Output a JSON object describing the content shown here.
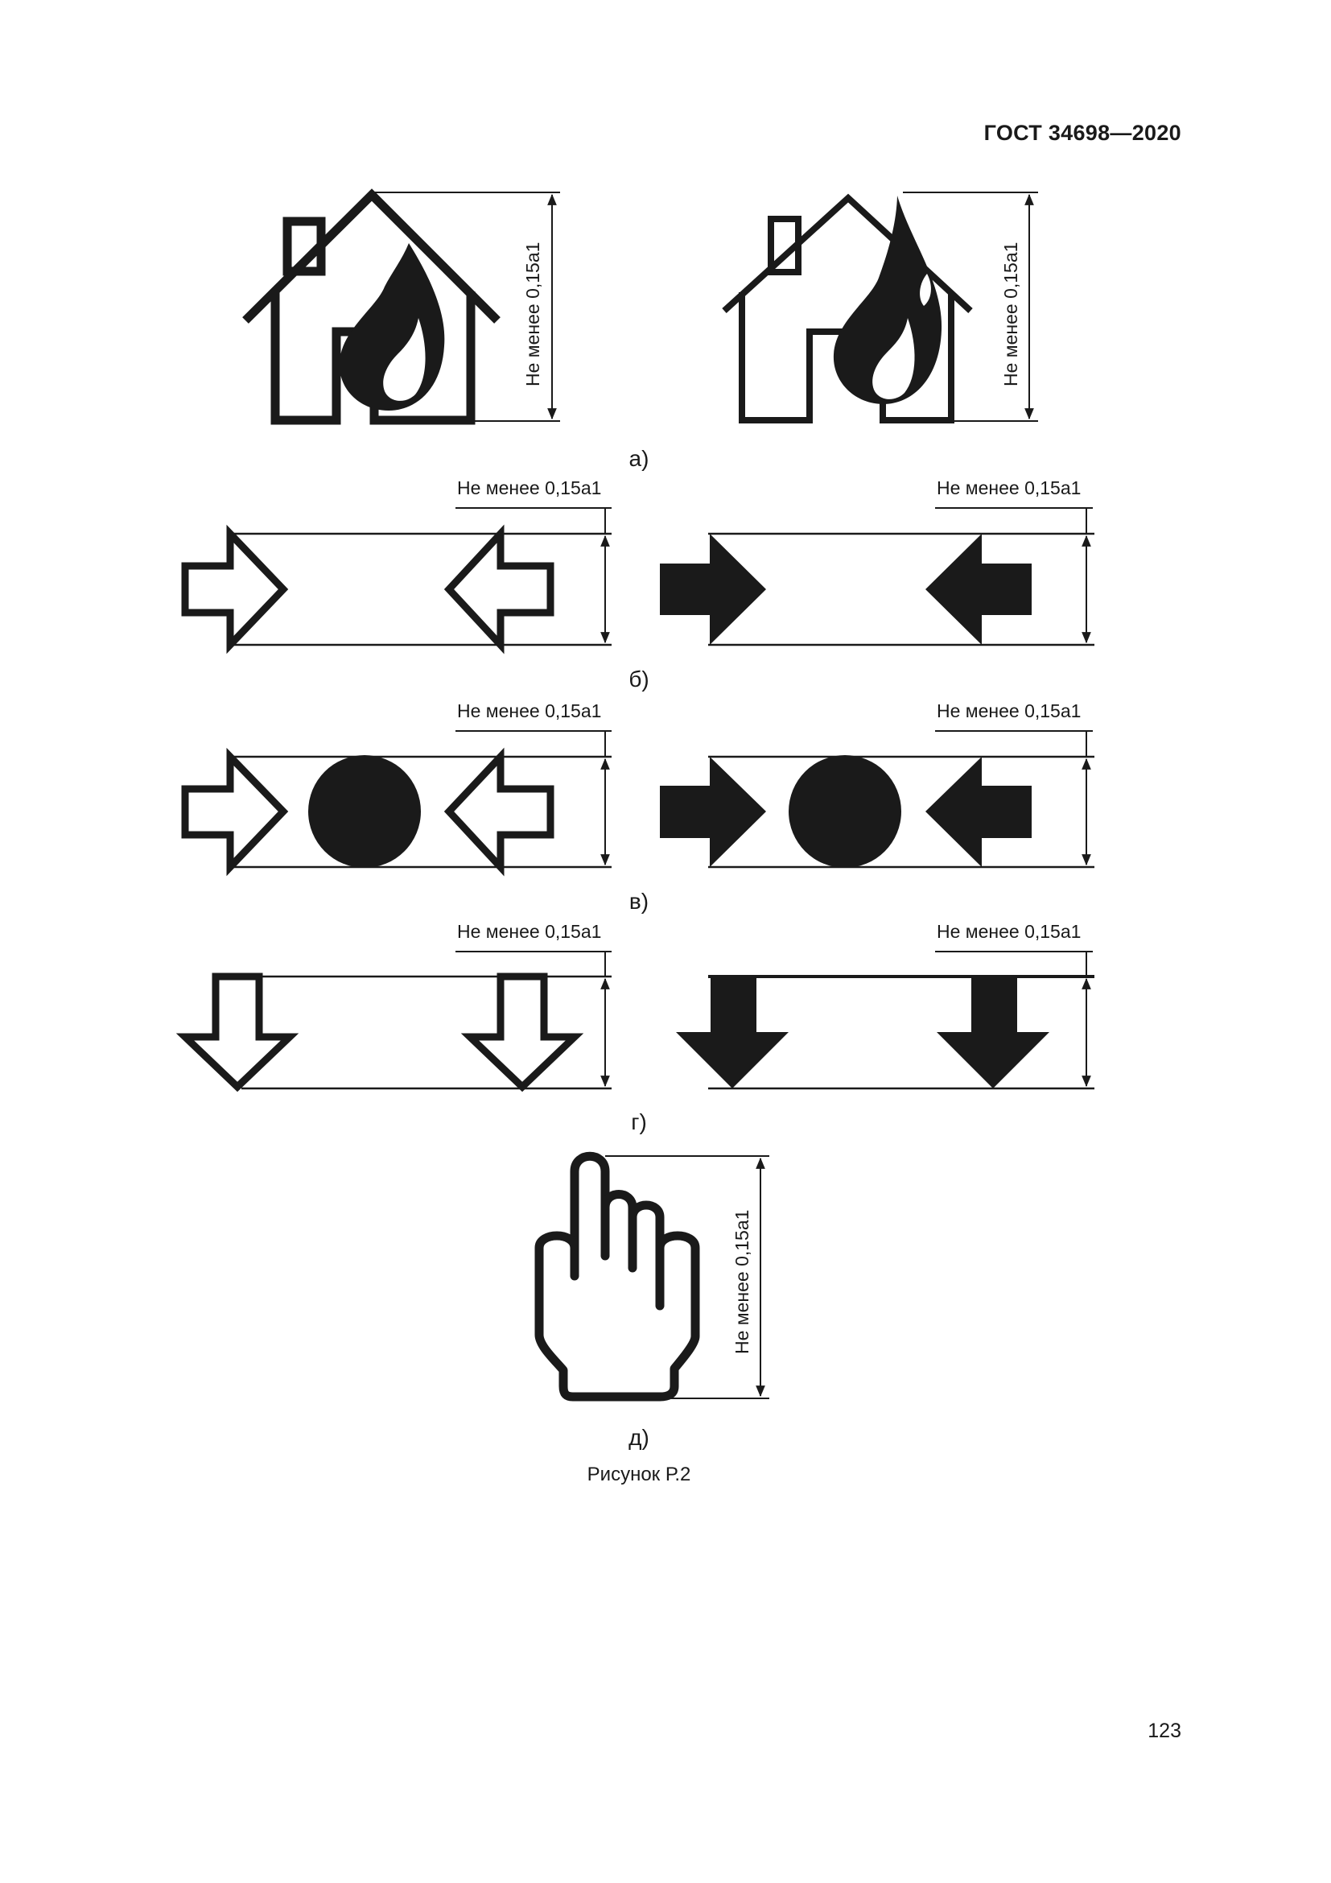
{
  "header": "ГОСТ 34698—2020",
  "dimension_label": "Не менее 0,15а1",
  "labels": {
    "a": "а)",
    "b": "б)",
    "v": "в)",
    "g": "г)",
    "d": "д)"
  },
  "caption": "Рисунок Р.2",
  "page_number": "123"
}
